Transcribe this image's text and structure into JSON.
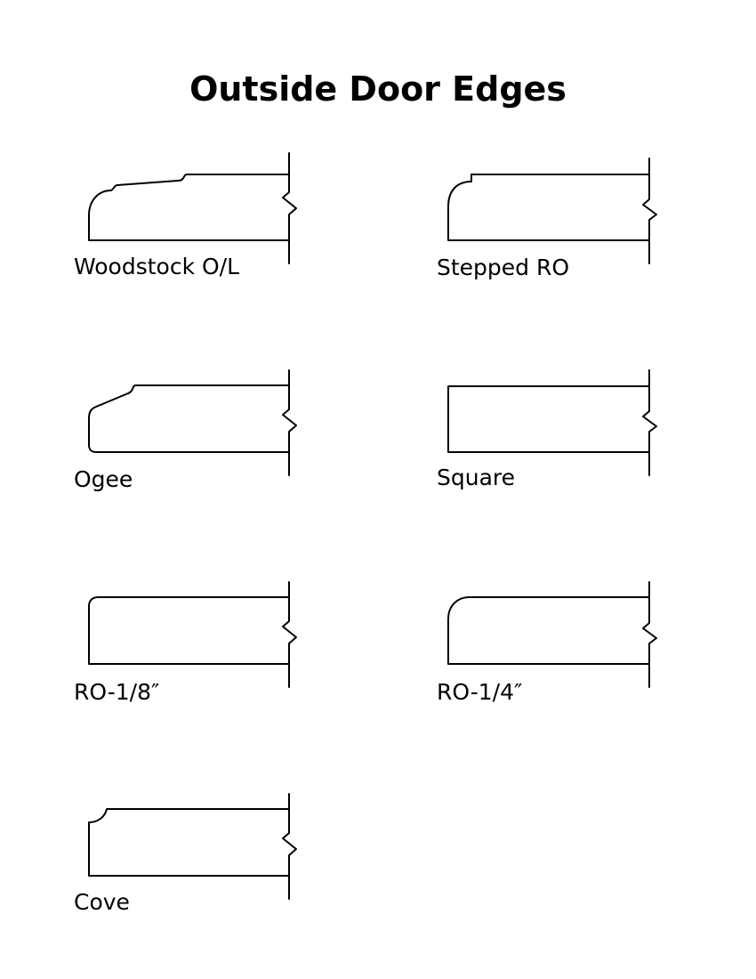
{
  "title": "Outside Door Edges",
  "edges": [
    {
      "label": "Woodstock O/L",
      "icon": "woodstock-profile-icon"
    },
    {
      "label": "Stepped RO",
      "icon": "stepped-ro-profile-icon"
    },
    {
      "label": "Ogee",
      "icon": "ogee-profile-icon"
    },
    {
      "label": "Square",
      "icon": "square-profile-icon"
    },
    {
      "label": "RO-1/8″",
      "icon": "ro-eighth-profile-icon"
    },
    {
      "label": "RO-1/4″",
      "icon": "ro-quarter-profile-icon"
    },
    {
      "label": "Cove",
      "icon": "cove-profile-icon"
    }
  ]
}
